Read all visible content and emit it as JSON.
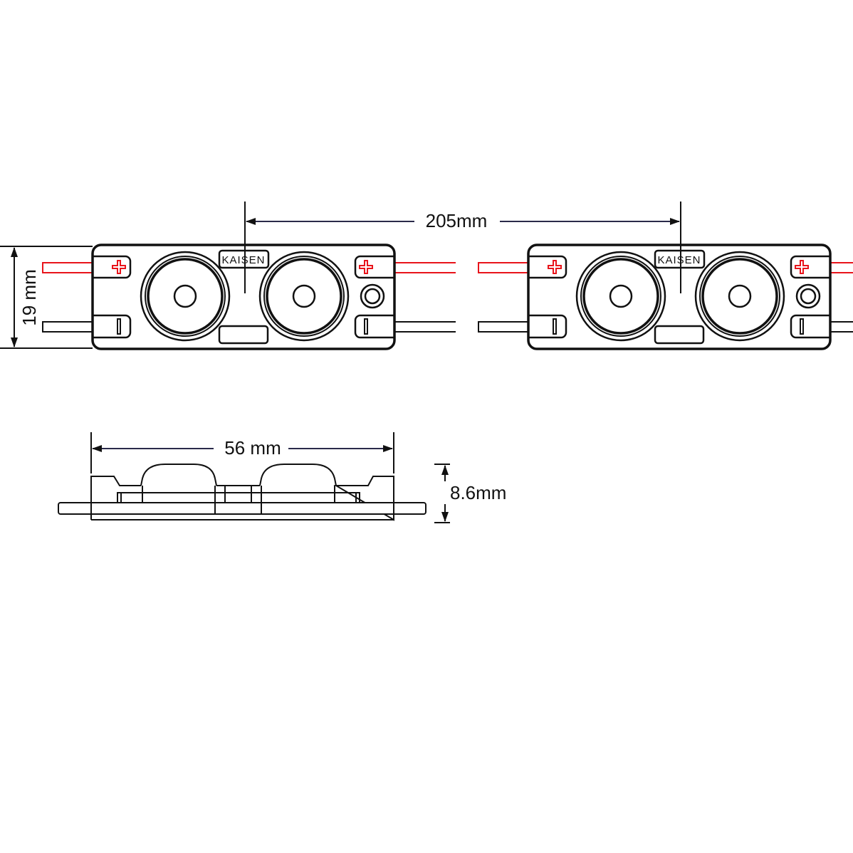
{
  "dimensions": {
    "spacing": "205mm",
    "height": "19 mm",
    "length": "56 mm",
    "thickness": "8.6mm"
  },
  "brand": "KAISEN",
  "colors": {
    "line": "#111111",
    "wire_positive": "#e8141b",
    "dimension": "#2a2a4a"
  }
}
